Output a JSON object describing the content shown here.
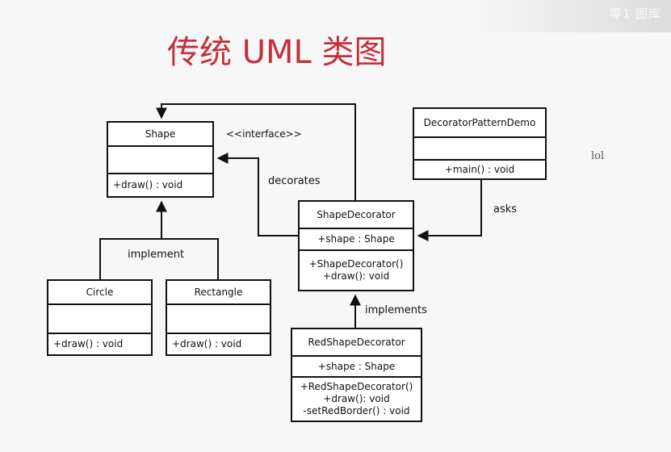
{
  "title": "传统 UML 类图",
  "watermark": "零1 图库",
  "side_note": "lol",
  "stereotype": "<<interface>>",
  "classes": {
    "shape": {
      "name": "Shape",
      "methods": [
        "+draw() : void"
      ]
    },
    "circle": {
      "name": "Circle",
      "methods": [
        "+draw() : void"
      ]
    },
    "rectangle": {
      "name": "Rectangle",
      "methods": [
        "+draw() : void"
      ]
    },
    "shape_decorator": {
      "name": "ShapeDecorator",
      "attributes": [
        "+shape : Shape"
      ],
      "methods": [
        "+ShapeDecorator()",
        "+draw(): void"
      ]
    },
    "demo": {
      "name": "DecoratorPatternDemo",
      "methods": [
        "+main() : void"
      ]
    },
    "red_decorator": {
      "name": "RedShapeDecorator",
      "attributes": [
        "+shape : Shape"
      ],
      "methods": [
        "+RedShapeDecorator()",
        "+draw(): void",
        "-setRedBorder() : void"
      ]
    }
  },
  "relations": {
    "implement": "implement",
    "decorates": "decorates",
    "asks": "asks",
    "implements": "implements"
  }
}
